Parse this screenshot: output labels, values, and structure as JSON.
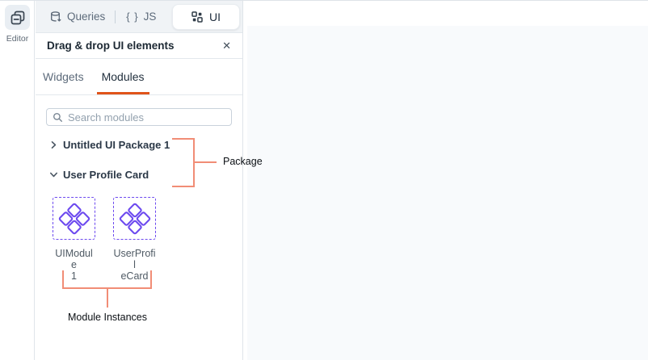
{
  "left_rail": {
    "editor_label": "Editor"
  },
  "top_bar": {
    "queries_label": "Queries",
    "js_braces": "{ }",
    "js_label": "JS",
    "ui_label": "UI"
  },
  "panel": {
    "header": {
      "title": "Drag & drop UI elements",
      "close_icon": "✕"
    },
    "tabs": [
      {
        "label": "Widgets",
        "active": false
      },
      {
        "label": "Modules",
        "active": true
      }
    ],
    "search": {
      "placeholder": "Search modules"
    },
    "tree": [
      {
        "label": "Untitled UI Package 1",
        "state": "collapsed"
      },
      {
        "label": "User Profile Card",
        "state": "expanded"
      }
    ],
    "modules": [
      {
        "name": "UIModule 1",
        "line1": "UIModule",
        "line2": "1"
      },
      {
        "name": "UserProfileCard",
        "line1": "UserProfil",
        "line2": "eCard"
      }
    ]
  },
  "annotations": {
    "package": "Package",
    "module_instances": "Module Instances"
  },
  "icons": {
    "editor": "stacked-pages",
    "queries": "database",
    "ui": "grid-squares",
    "search": "magnifier",
    "close": "x-mark",
    "collapsed": "chevron-right",
    "expanded": "chevron-down",
    "module": "diamond-cluster"
  },
  "colors": {
    "accent_orange": "#E0541A",
    "module_purple": "#6D4AEF",
    "annotation_salmon": "#F18D76"
  }
}
